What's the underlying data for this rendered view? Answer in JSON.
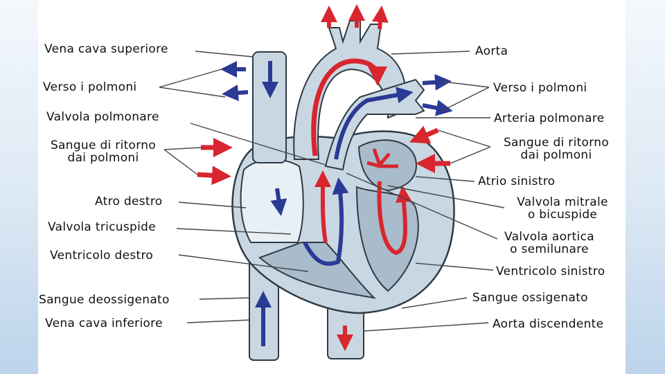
{
  "diagram": {
    "colors": {
      "oxygenated": "#d8262e",
      "deoxygenated": "#2b3a95",
      "tissue": "#c9d7e2",
      "tissue_light": "#e9f0f5",
      "outline": "#2e3a44"
    },
    "labels_left": {
      "vena_cava_superiore": "Vena cava superiore",
      "verso_polmoni_left": "Verso i polmoni",
      "valvola_polmonare": "Valvola polmonare",
      "sangue_ritorno_left_1": "Sangue di ritorno",
      "sangue_ritorno_left_2": "dai polmoni",
      "atrio_destro": "Atro destro",
      "valvola_tricuspide": "Valvola tricuspide",
      "ventricolo_destro": "Ventricolo destro",
      "sangue_deossigenato": "Sangue deossigenato",
      "vena_cava_inferiore": "Vena cava inferiore"
    },
    "labels_right": {
      "aorta": "Aorta",
      "verso_polmoni_right": "Verso i polmoni",
      "arteria_polmonare": "Arteria polmonare",
      "sangue_ritorno_right_1": "Sangue di ritorno",
      "sangue_ritorno_right_2": "dai polmoni",
      "atrio_sinistro": "Atrio sinistro",
      "valvola_mitrale_1": "Valvola mitrale",
      "valvola_mitrale_2": "o bicuspide",
      "valvola_aortica_1": "Valvola aortica",
      "valvola_aortica_2": "o semilunare",
      "ventricolo_sinistro": "Ventricolo sinistro",
      "sangue_ossigenato": "Sangue ossigenato",
      "aorta_discendente": "Aorta discendente"
    }
  }
}
